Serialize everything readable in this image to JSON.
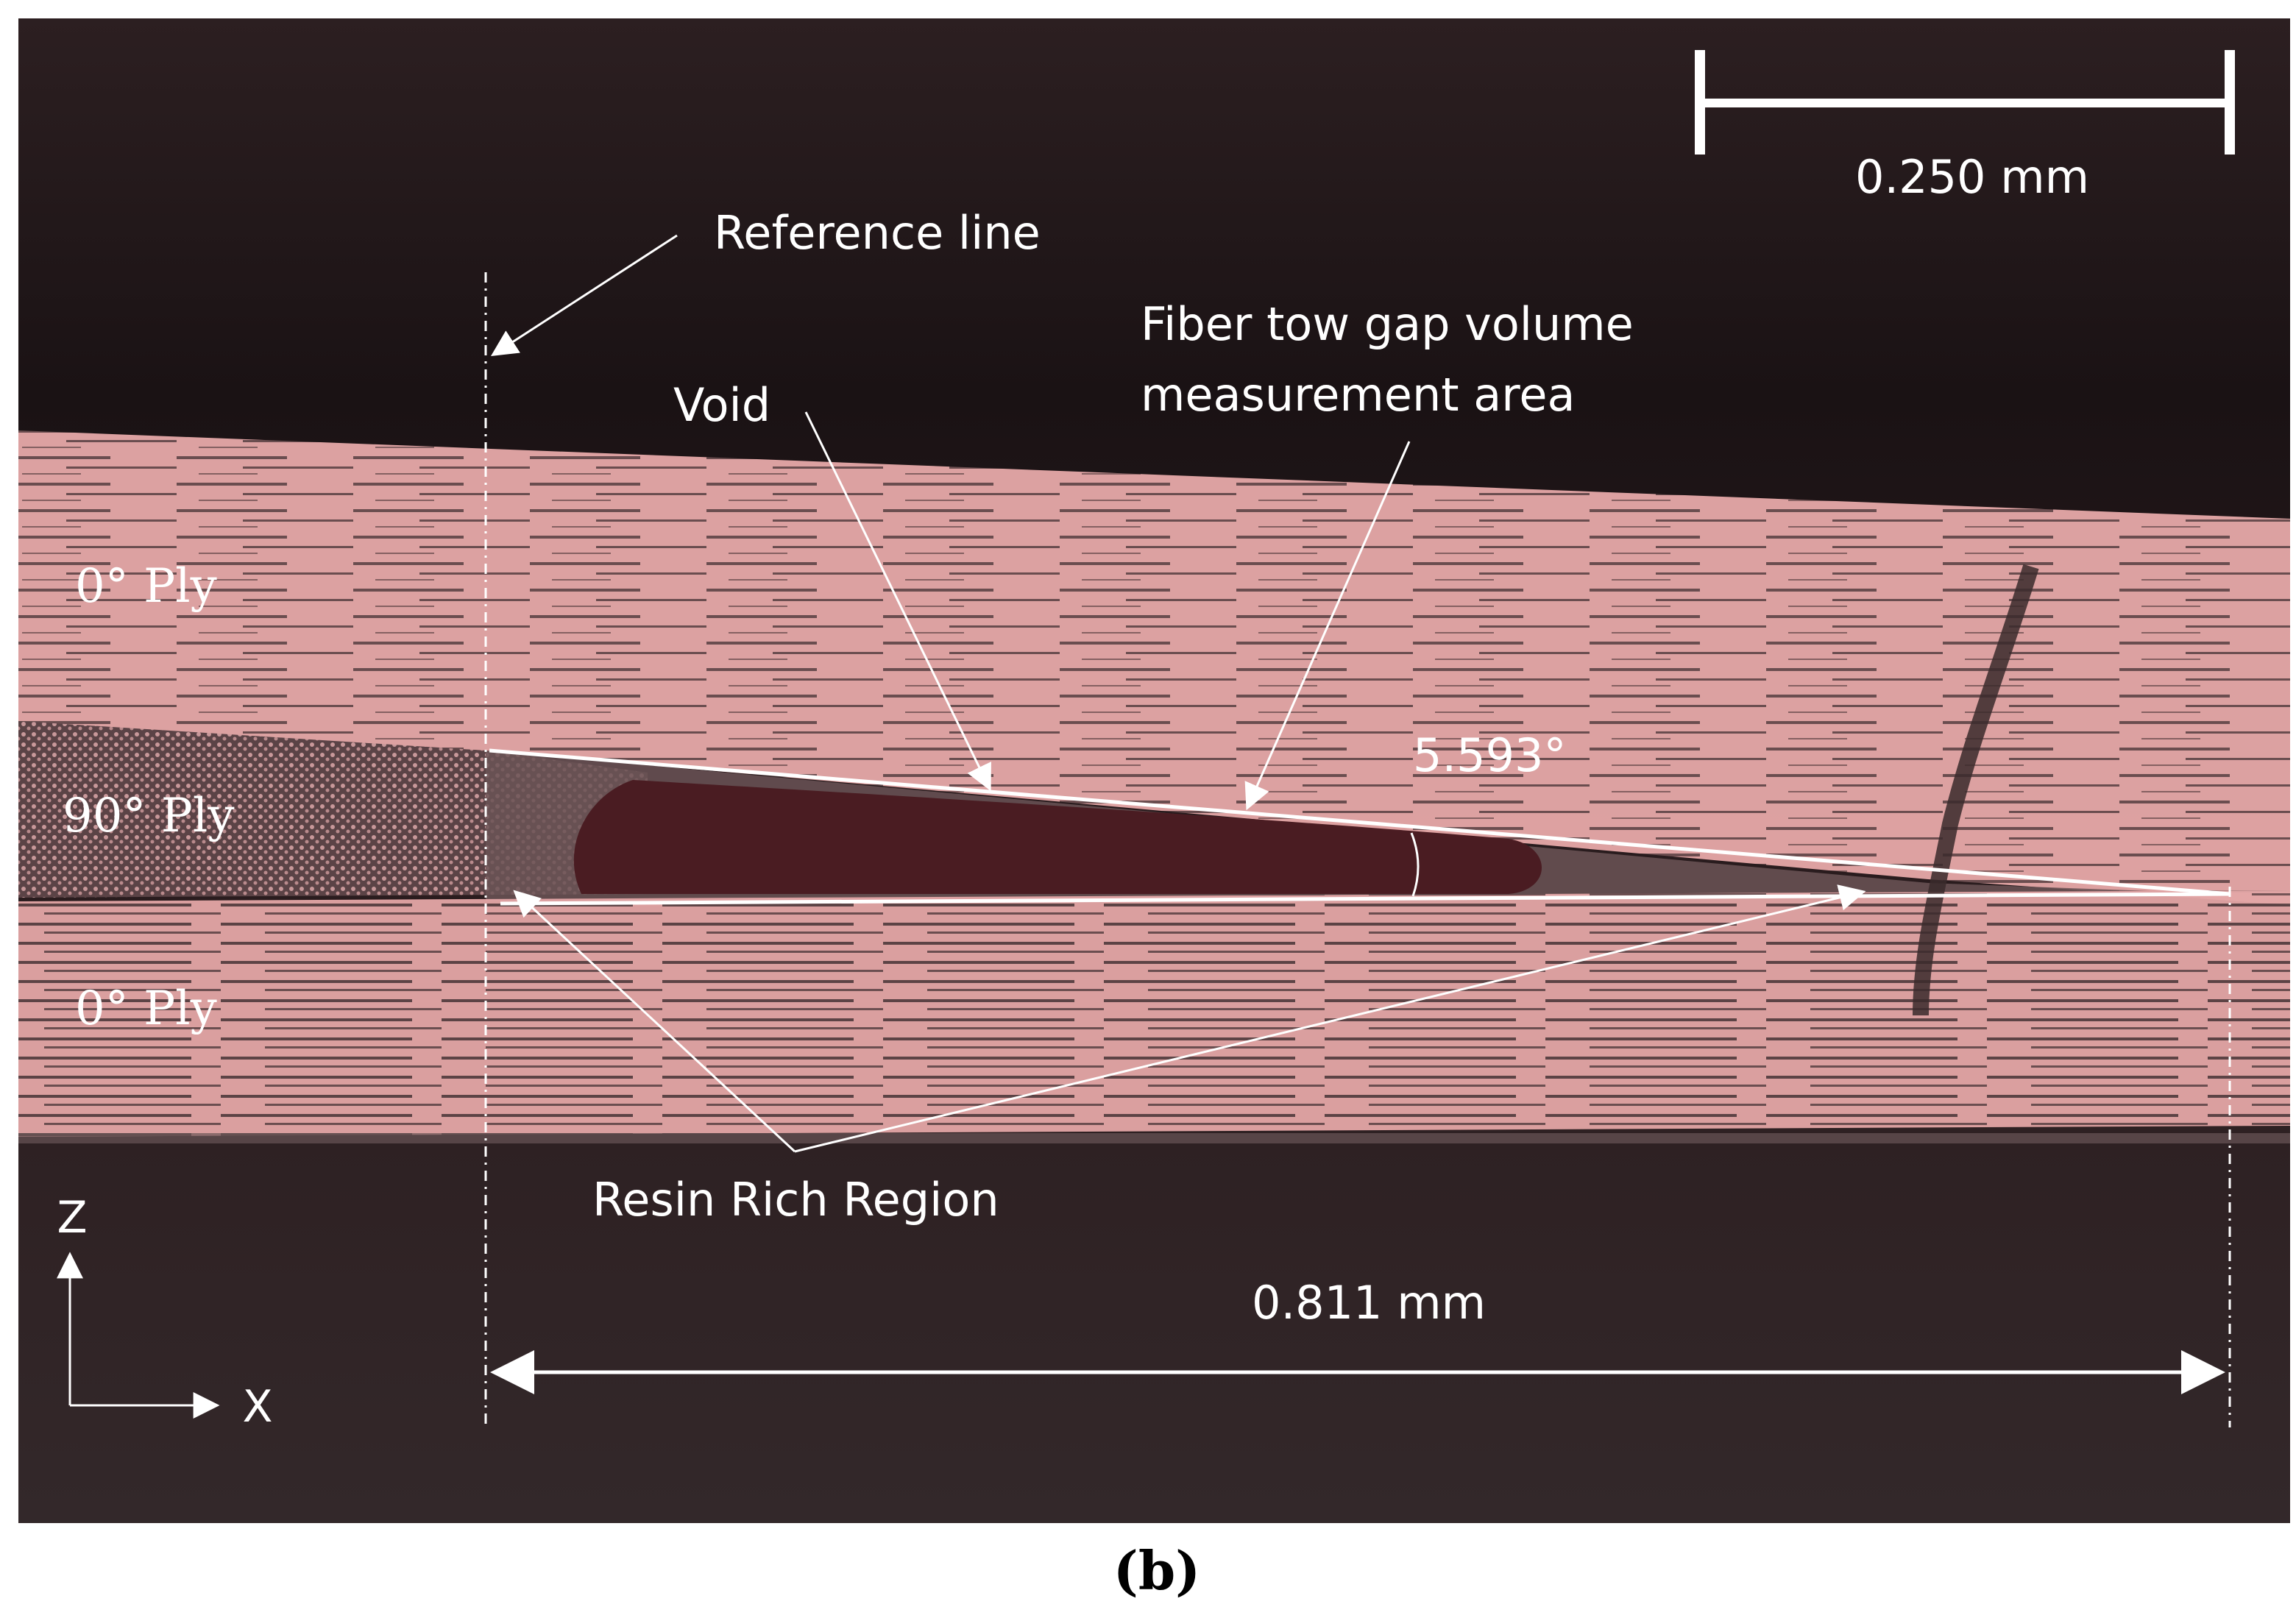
{
  "scale_bar": {
    "label": "0.250 mm"
  },
  "labels": {
    "reference_line": "Reference line",
    "void": "Void",
    "fiber_tow_gap_line1": "Fiber tow gap volume",
    "fiber_tow_gap_line2": "measurement area",
    "resin_rich_region": "Resin Rich Region",
    "ply_top": "0° Ply",
    "ply_middle": "90° Ply",
    "ply_bottom": "0° Ply",
    "angle": "5.593°",
    "length": "0.811 mm",
    "axis_z": "Z",
    "axis_x": "X",
    "panel": "(b)"
  },
  "colors": {
    "background": "#2a1c1e",
    "ply_fiber": "#e7a9a9",
    "ply_matrix": "#5c4548",
    "void": "#4a1c22",
    "annotation": "#ffffff"
  }
}
